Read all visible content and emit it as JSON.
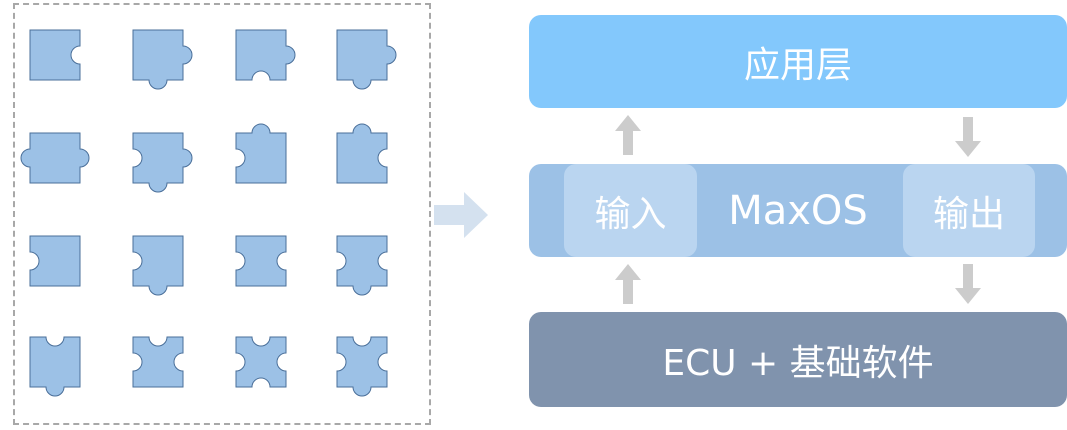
{
  "layers": {
    "app": "应用层",
    "os": "MaxOS",
    "input": "输入",
    "output": "输出",
    "ecu": "ECU + 基础软件"
  },
  "colors": {
    "puzzle_fill": "#9cc1e6",
    "puzzle_stroke": "#4a6f99",
    "app_layer": "#83c8fc",
    "os_layer": "#9cc1e6",
    "io_box": "#bad5f0",
    "ecu_layer": "#8093ad",
    "arrow": "#cccccc",
    "flow_arrow": "#d4e1ef"
  },
  "icons": {
    "puzzle": "puzzle-piece-icon",
    "up": "arrow-up-icon",
    "down": "arrow-down-icon",
    "flow": "arrow-right-icon"
  }
}
